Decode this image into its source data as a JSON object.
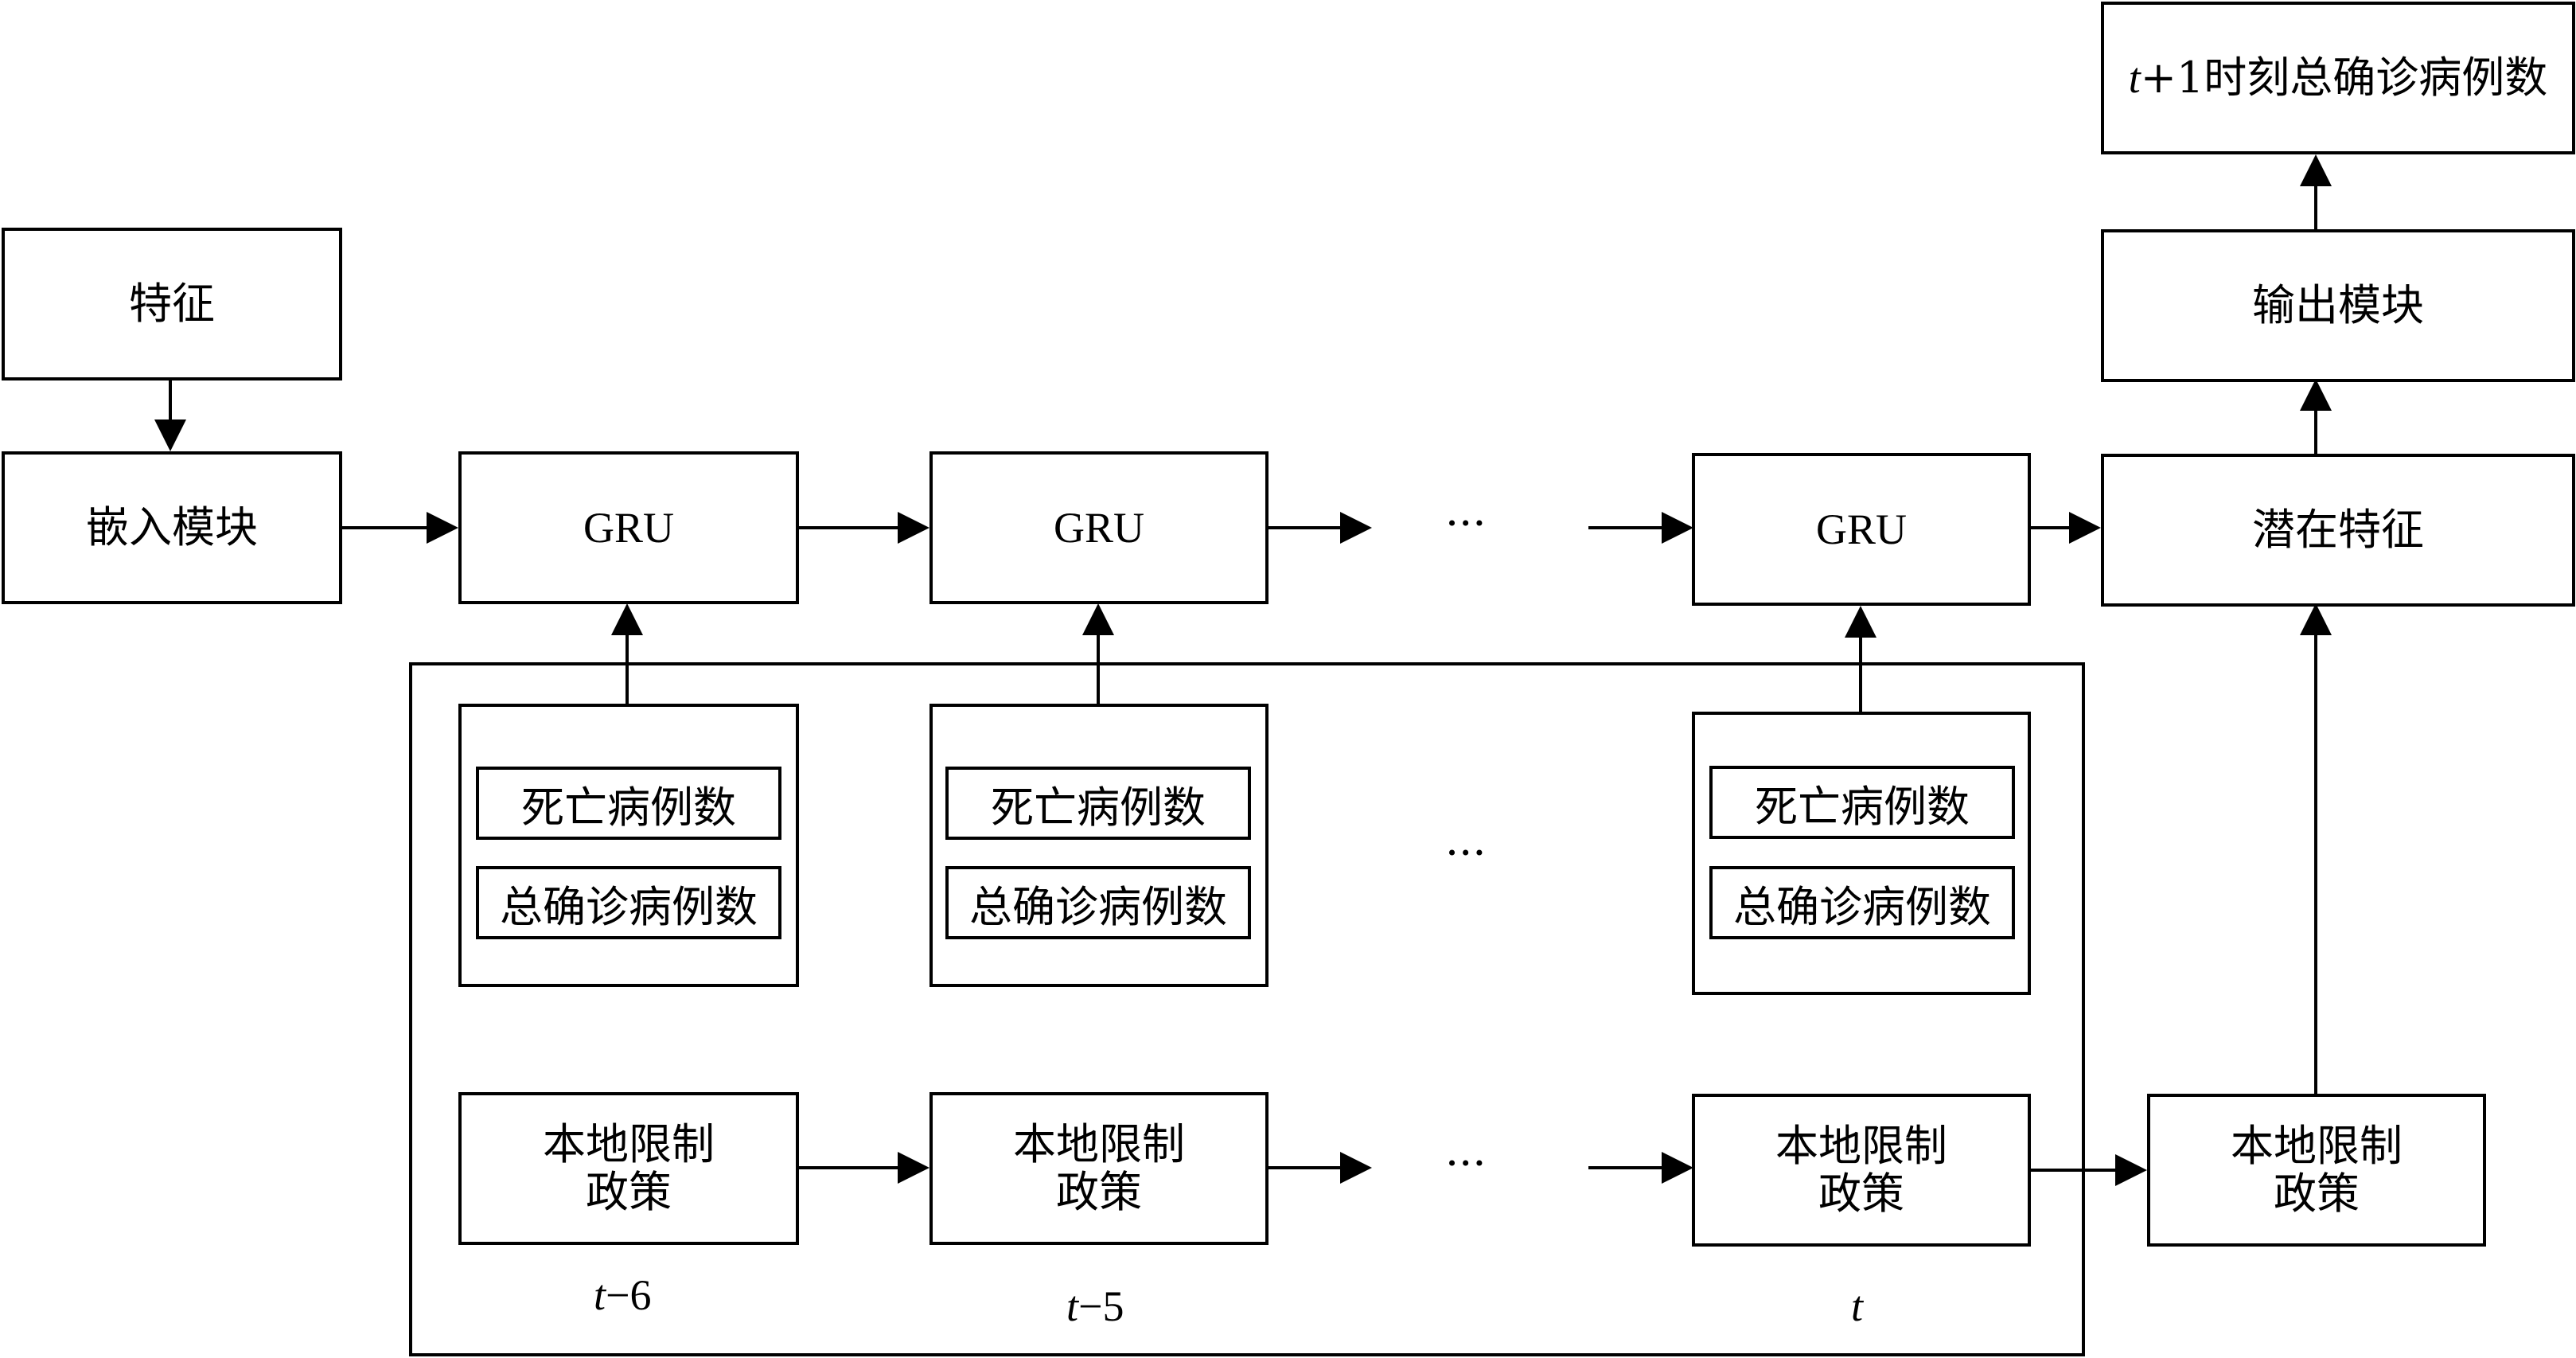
{
  "diagram": {
    "feature": "特征",
    "embed": "嵌入模块",
    "gru": "GRU",
    "ellipsis": "···",
    "latent": "潜在特征",
    "output_module": "输出模块",
    "output_var": "t",
    "output_rest": "+1时刻总确诊病例数",
    "deaths": "死亡病例数",
    "confirmed": "总确诊病例数",
    "policy": "本地限制\n政策",
    "t_var": "t",
    "t6_suffix": "−6",
    "t5_suffix": "−5"
  }
}
